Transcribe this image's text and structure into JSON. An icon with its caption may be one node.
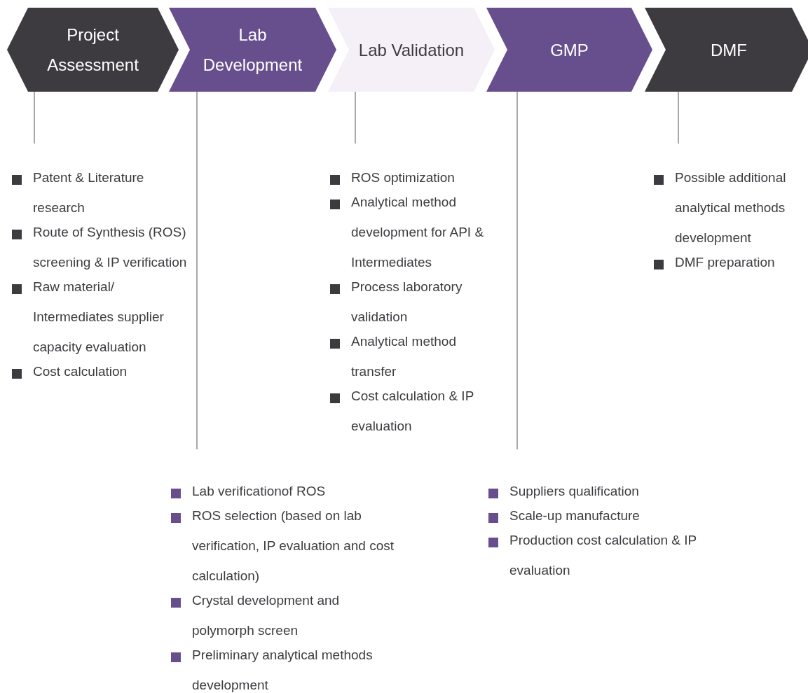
{
  "diagram": {
    "nodes": [
      {
        "text": [
          "Project Assessment"
        ]
      },
      {
        "text": [
          "Lab Development"
        ]
      },
      {
        "text": [
          "Lab Validation"
        ]
      },
      {
        "text": [
          "GMP"
        ]
      },
      {
        "text": [
          "DMF"
        ]
      },
      {
        "text": [
          "Patent & Literature research",
          "Route of Synthesis (ROS) screening & IP verification",
          "Raw material/ Intermediates supplier capacity evaluation",
          "Cost calculation"
        ]
      },
      {
        "text": [
          "Lab verificationof ROS",
          "ROS selection (based on lab verification, IP evaluation and cost calculation)",
          "Crystal development and polymorph screen",
          "Preliminary analytical methods development"
        ]
      },
      {
        "text": [
          "ROS optimization",
          "Analytical method development for API & Intermediates",
          "Process laboratory validation",
          "Analytical method transfer",
          "Cost calculation & IP evaluation"
        ]
      },
      {
        "text": [
          "Suppliers qualification",
          "Scale-up manufacture",
          "Production cost calculation & IP evaluation"
        ]
      },
      {
        "text": [
          "Possible additional analytical methods development",
          "DMF preparation"
        ]
      }
    ],
    "edges": [
      {
        "from": 0,
        "to": 5,
        "arrow": "none"
      },
      {
        "from": 1,
        "to": 6,
        "arrow": "none"
      },
      {
        "from": 2,
        "to": 7,
        "arrow": "none"
      },
      {
        "from": 3,
        "to": 8,
        "arrow": "none"
      },
      {
        "from": 4,
        "to": 9,
        "arrow": "none"
      }
    ]
  }
}
